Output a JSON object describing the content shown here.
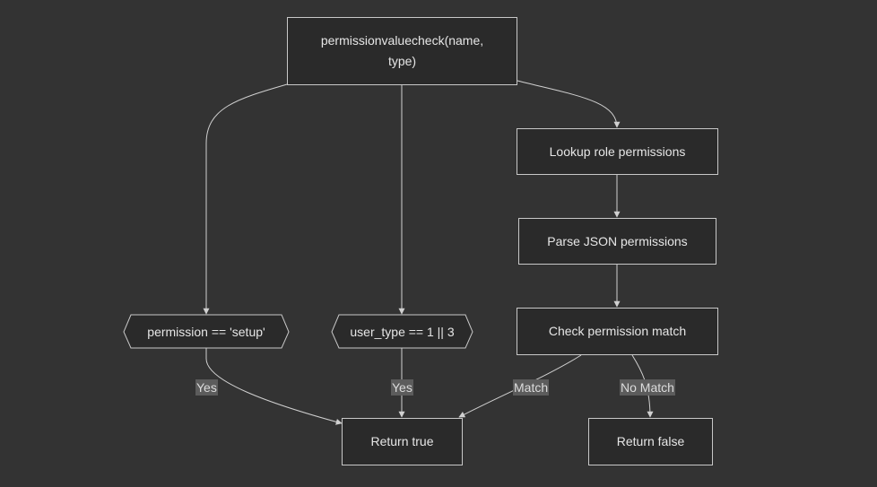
{
  "nodes": {
    "start": "permissionvaluecheck(name, type)",
    "lookup": "Lookup role permissions",
    "parse": "Parse JSON permissions",
    "check": "Check permission match",
    "setup_cond": "permission == 'setup'",
    "usertype_cond": "user_type == 1 || 3",
    "return_true": "Return true",
    "return_false": "Return false"
  },
  "edge_labels": {
    "setup_yes": "Yes",
    "usertype_yes": "Yes",
    "match": "Match",
    "no_match": "No Match"
  }
}
